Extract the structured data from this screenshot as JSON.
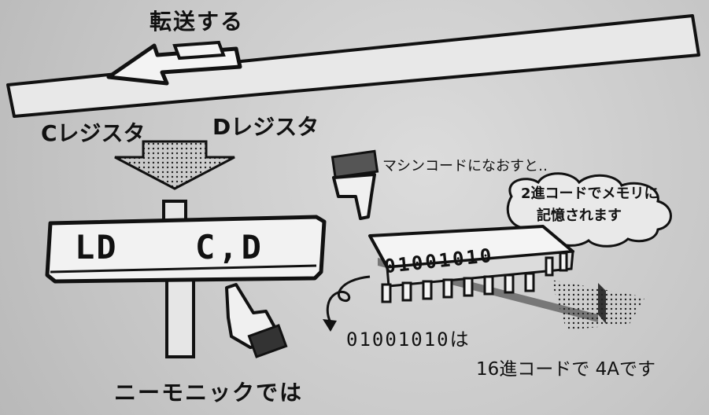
{
  "labels": {
    "transfer": "転送する",
    "c_register": "Cレジスタ",
    "d_register": "Dレジスタ",
    "sign_op": "LD",
    "sign_args": "C,D",
    "machine_code_note": "マシンコードになおすと‥",
    "cloud_line1": "2進コードでメモリに",
    "cloud_line2": "記憶されます",
    "chip_bits": "01001010",
    "binary_value": "01001010は",
    "hex_note": "16進コードで 4Aです",
    "mnemonic_note": "ニーモニックでは"
  },
  "icons": [
    "pointing-hand-icon",
    "down-arrow-icon",
    "curved-arrow-icon",
    "memory-chip-icon",
    "signpost-icon"
  ]
}
